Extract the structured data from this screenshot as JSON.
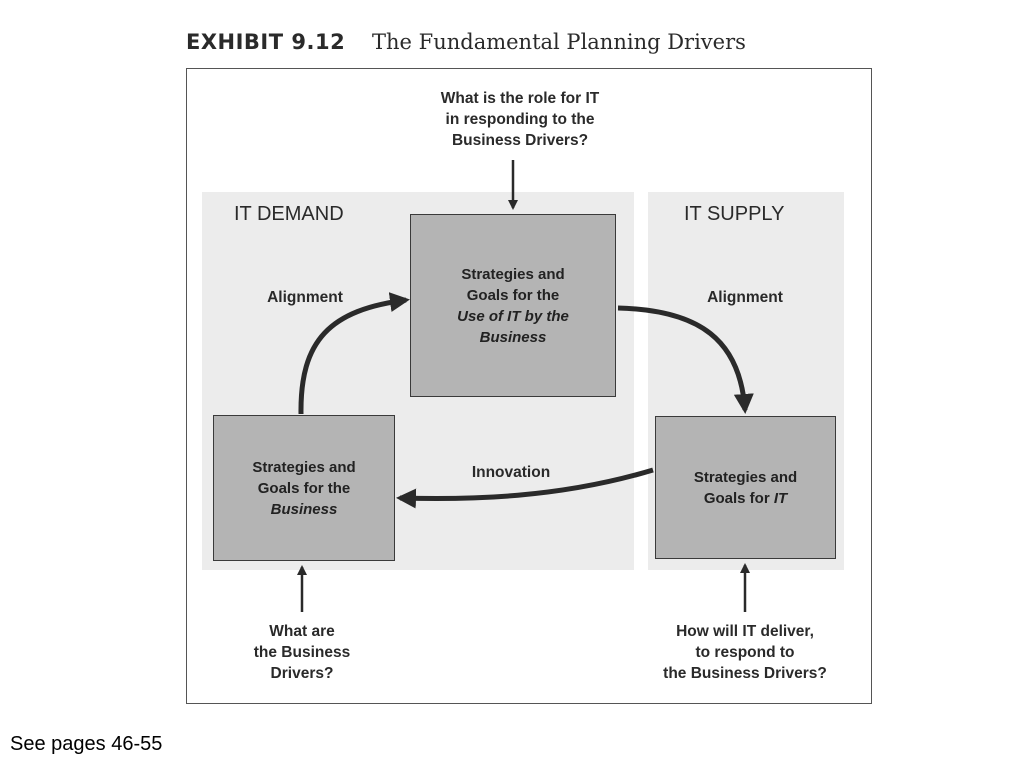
{
  "exhibit": {
    "number": "EXHIBIT 9.12",
    "title": "The Fundamental Planning Drivers"
  },
  "panels": {
    "demand": "IT DEMAND",
    "supply": "IT SUPPLY"
  },
  "boxes": {
    "use_of_it": {
      "line1": "Strategies and",
      "line2": "Goals for the",
      "line3": "Use of IT by the",
      "line4": "Business"
    },
    "business": {
      "line1": "Strategies and",
      "line2": "Goals for the",
      "line3": "Business"
    },
    "it": {
      "line1": "Strategies and",
      "line2_prefix": "Goals for ",
      "line2_italic": "IT"
    }
  },
  "arrow_labels": {
    "alignment_left": "Alignment",
    "alignment_right": "Alignment",
    "innovation": "Innovation"
  },
  "questions": {
    "top": [
      "What is the role for IT",
      "in responding to the",
      "Business Drivers?"
    ],
    "bottom_left": [
      "What are",
      "the Business",
      "Drivers?"
    ],
    "bottom_right": [
      "How will IT deliver,",
      "to respond to",
      "the Business Drivers?"
    ]
  },
  "footer": "See pages 46-55",
  "colors": {
    "box_fill": "#b4b4b4",
    "panel_fill": "#ececec",
    "arrow": "#2a2a2a"
  }
}
